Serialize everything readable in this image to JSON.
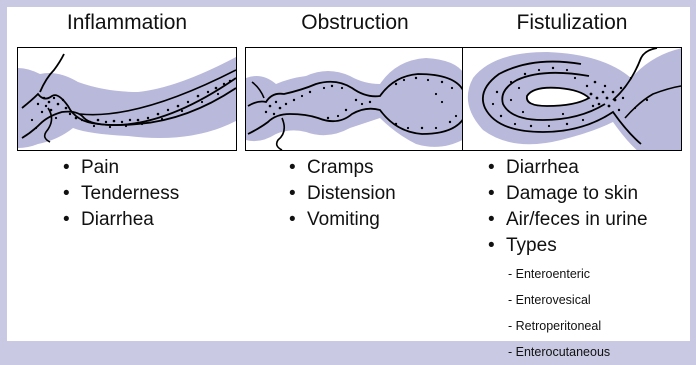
{
  "panels": [
    {
      "title": "Inflammation",
      "bullets": [
        "Pain",
        "Tenderness",
        "Diarrhea"
      ]
    },
    {
      "title": "Obstruction",
      "bullets": [
        "Cramps",
        "Distension",
        "Vomiting"
      ]
    },
    {
      "title": "Fistulization",
      "bullets": [
        "Diarrhea",
        "Damage to skin",
        "Air/feces in urine",
        "Types"
      ],
      "types": [
        "- Enteroenteric",
        "- Enterovesical",
        "- Retroperitoneal",
        "- Enterocutaneous"
      ]
    }
  ],
  "colors": {
    "background": "#c9c9e3",
    "highlight": "#b9b9dc",
    "ink": "#000000"
  }
}
